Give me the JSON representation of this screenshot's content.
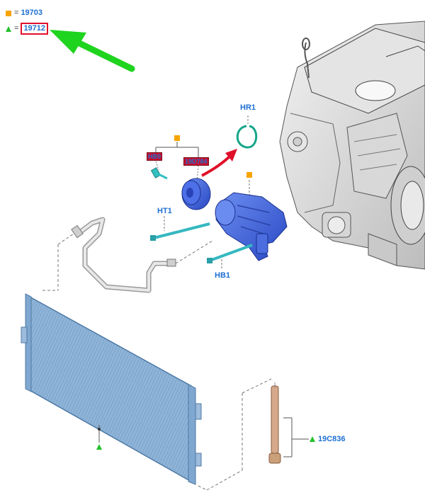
{
  "legend": {
    "square_code": "19703",
    "triangle_code": "19712",
    "equals": "="
  },
  "callouts": {
    "hr1": "HR1",
    "ht1": "HT1",
    "hb1": "HB1",
    "c19c836": "19C836",
    "redacted_a": "HB0",
    "redacted_b": "19D784"
  },
  "colors": {
    "label_blue": "#1d6fd3",
    "square_orange": "#f7a400",
    "triangle_green": "#23c12b",
    "arrow_green": "#1fd41f",
    "arrow_red": "#e0102a",
    "part_blue": "#3f63d8",
    "condenser_blue": "#7fa7cf"
  },
  "icons": {
    "square": "orange-square-marker",
    "triangle": "green-triangle-marker"
  }
}
